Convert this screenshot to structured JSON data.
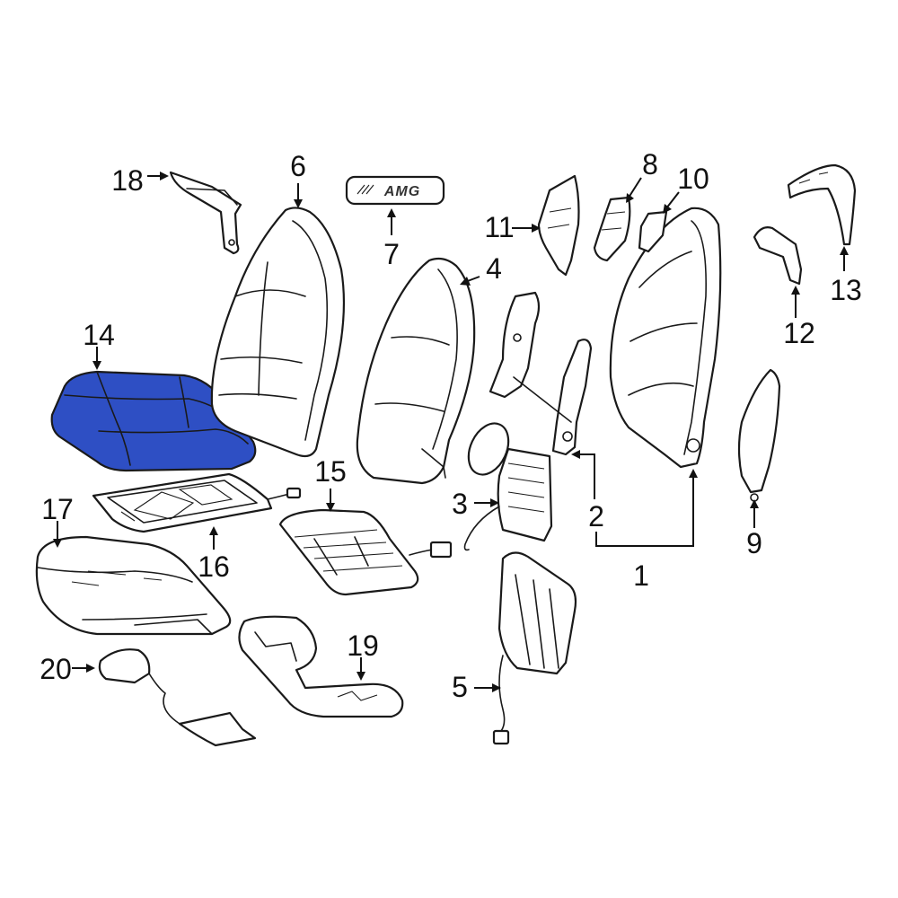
{
  "diagram": {
    "highlight_color": "#2E4FC4",
    "line_color": "#1a1a1a",
    "background": "#ffffff",
    "badge_text": "AMG",
    "callouts": [
      {
        "id": "1",
        "label": "1"
      },
      {
        "id": "2",
        "label": "2"
      },
      {
        "id": "3",
        "label": "3"
      },
      {
        "id": "4",
        "label": "4"
      },
      {
        "id": "5",
        "label": "5"
      },
      {
        "id": "6",
        "label": "6"
      },
      {
        "id": "7",
        "label": "7"
      },
      {
        "id": "8",
        "label": "8"
      },
      {
        "id": "9",
        "label": "9"
      },
      {
        "id": "10",
        "label": "10"
      },
      {
        "id": "11",
        "label": "11"
      },
      {
        "id": "12",
        "label": "12"
      },
      {
        "id": "13",
        "label": "13"
      },
      {
        "id": "14",
        "label": "14"
      },
      {
        "id": "15",
        "label": "15"
      },
      {
        "id": "16",
        "label": "16"
      },
      {
        "id": "17",
        "label": "17"
      },
      {
        "id": "18",
        "label": "18"
      },
      {
        "id": "19",
        "label": "19"
      },
      {
        "id": "20",
        "label": "20"
      }
    ]
  }
}
